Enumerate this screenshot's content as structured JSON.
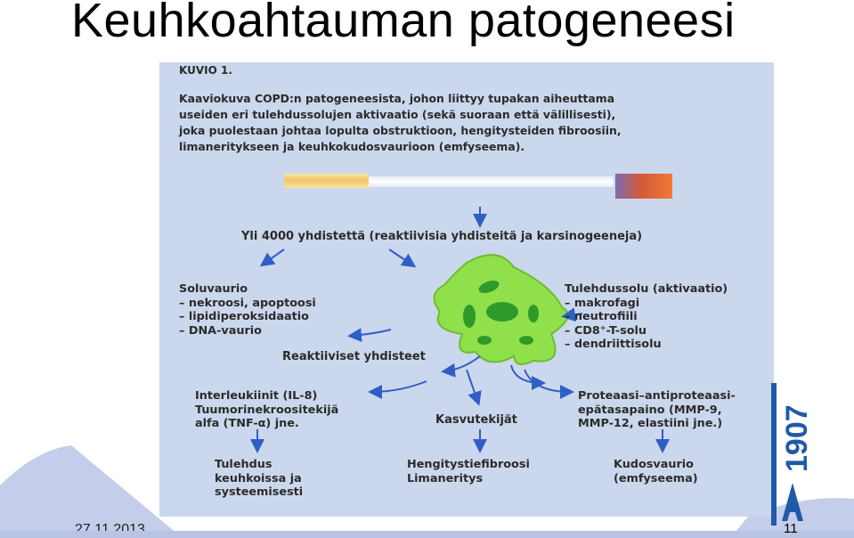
{
  "slide": {
    "title": "Keuhkoahtauman patogeneesi",
    "date": "27.11.2013",
    "page_number": "11",
    "logo_text": "1907",
    "accent_color": "#1f5aa8"
  },
  "figure": {
    "label": "KUVIO 1.",
    "caption": [
      "Kaaviokuva COPD:n patogeneesista, johon liittyy tupakan aiheuttama",
      "useiden eri tulehdussolujen aktivaatio (sekä suoraan että välillisesti),",
      "joka puolestaan johtaa lopulta obstruktioon, hengitysteiden fibroosiin,",
      "limaneritykseen ja keuhkokudosvaurioon (emfyseema)."
    ],
    "compounds": "Yli 4000 yhdistettä (reaktiivisia yhdisteitä ja karsinogeeneja)",
    "cell_damage": [
      "Soluvaurio",
      "– nekroosi, apoptoosi",
      "– lipidiperoksidaatio",
      "– DNA-vaurio"
    ],
    "inflammatory_cells": [
      "Tulehdussolu (aktivaatio)",
      "– makrofagi",
      "– neutrofiili",
      "– CD8⁺-T-solu",
      "– dendriittisolu"
    ],
    "reactive_compounds": "Reaktiiviset yhdisteet",
    "interleukins": [
      "Interleukiinit (IL-8)",
      "Tuumorinekroositekijä",
      "alfa (TNF-α) jne."
    ],
    "growth_factors": "Kasvutekijät",
    "protease": [
      "Proteaasi–antiproteaasi-",
      "epätasapaino (MMP-9,",
      "MMP-12, elastiini jne.)"
    ],
    "inflammation": [
      "Tulehdus",
      "keuhkoissa ja",
      "systeemisesti"
    ],
    "fibrosis": [
      "Hengitystiefibroosi",
      "Limaneritys"
    ],
    "tissue_damage": [
      "Kudosvaurio",
      "(emfyseema)"
    ]
  }
}
